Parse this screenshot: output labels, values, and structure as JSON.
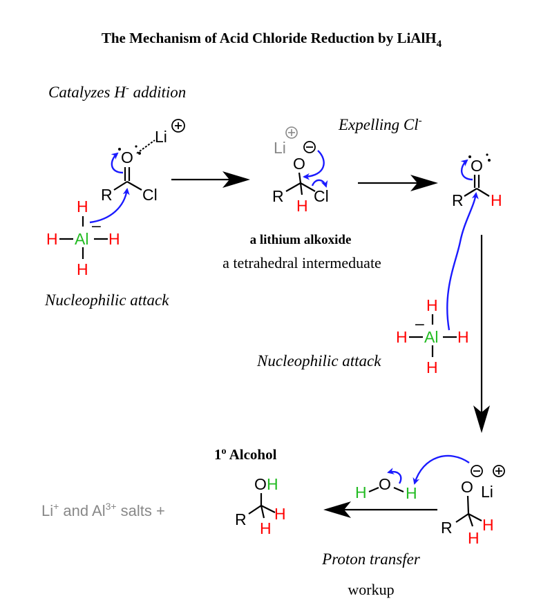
{
  "title": {
    "main": "The Mechanism of Acid Chloride Reduction by LiAlH",
    "subscript": "4"
  },
  "colors": {
    "hydride_h": "#ff0000",
    "aluminum": "#22bb22",
    "proton_h": "#22bb22",
    "arrow_blue": "#1a1aff",
    "grey": "#888888"
  },
  "step1": {
    "caption_top": "Catalyzes H",
    "caption_top_sup": "-",
    "caption_top_end": " addition",
    "caption_bottom": "Nucleophilic attack",
    "acid_chloride": {
      "O": "O",
      "R": "R",
      "Cl": "Cl",
      "Li": "Li",
      "charge": "+"
    },
    "hydride": {
      "Al": "Al",
      "H": "H",
      "charge": "–"
    }
  },
  "step2": {
    "caption_top": "Expelling Cl",
    "caption_top_sup": "-",
    "label_bold": "a lithium alkoxide",
    "label": "a tetrahedral intermeduate",
    "intermediate": {
      "O": "O",
      "R": "R",
      "Cl": "Cl",
      "H": "H",
      "Li": "Li",
      "o_charge": "–",
      "li_charge": "+"
    }
  },
  "step3": {
    "aldehyde": {
      "O": "O",
      "R": "R",
      "H": "H"
    },
    "caption": "Nucleophilic attack",
    "hydride": {
      "Al": "Al",
      "H": "H",
      "charge": "–"
    }
  },
  "step4": {
    "product_label": "1",
    "product_label_sup": "o",
    "product_label_end": " Alcohol",
    "salts": "Li",
    "salts_sup1": "+",
    "salts_mid": " and Al",
    "salts_sup2": "3+",
    "salts_end": " salts  +",
    "alcohol": {
      "O": "O",
      "H_oh": "H",
      "R": "R",
      "H": "H"
    },
    "water": {
      "O": "O",
      "H": "H"
    },
    "alkoxide": {
      "O": "O",
      "R": "R",
      "H": "H",
      "Li": "Li",
      "o_charge": "–",
      "li_charge": "+"
    },
    "caption": "Proton transfer",
    "caption2": "workup"
  }
}
